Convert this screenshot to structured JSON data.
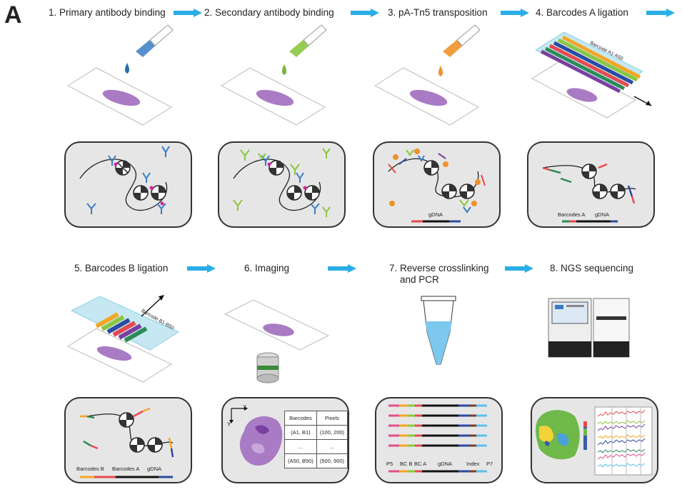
{
  "panel_letter": "A",
  "steps": [
    {
      "label": "1. Primary antibody binding"
    },
    {
      "label": "2. Secondary antibody binding"
    },
    {
      "label": "3. pA-Tn5 transposition"
    },
    {
      "label": "4. Barcodes A ligation"
    },
    {
      "label": "5. Barcodes B ligation"
    },
    {
      "label": "6. Imaging"
    },
    {
      "label_line1": "7. Reverse crosslinking",
      "label_line2": "and PCR"
    },
    {
      "label": "8. NGS sequencing"
    }
  ],
  "annotations": {
    "barcode_a_range": "Barcode A1-A50",
    "barcode_b_range": "Barcode B1-B50",
    "gdna": "gDNA",
    "barcodes_a": "Barcodes A",
    "barcodes_b": "Barcodes B",
    "axis_x": "X",
    "axis_y": "Y",
    "p5": "P5",
    "bc_b": "BC B",
    "bc_a": "BC A",
    "index": "Index",
    "p7": "P7"
  },
  "table": {
    "headers": [
      "Barcodes",
      "Pixels"
    ],
    "rows": [
      [
        "(A1, B1)",
        "(100, 200)"
      ],
      [
        "...",
        "..."
      ],
      [
        "(A50, B50)",
        "(500, 900)"
      ]
    ]
  },
  "colors": {
    "arrow": "#29aee6",
    "primary_antibody": "#3a7cc3",
    "secondary_antibody": "#8cc63f",
    "tn5": "#f0922b",
    "tissue": "#a97bc4",
    "barcode_colors": [
      "#e8494f",
      "#f5a623",
      "#8cc63f",
      "#2e8b57",
      "#7b3fa0",
      "#2b4aa0"
    ]
  }
}
